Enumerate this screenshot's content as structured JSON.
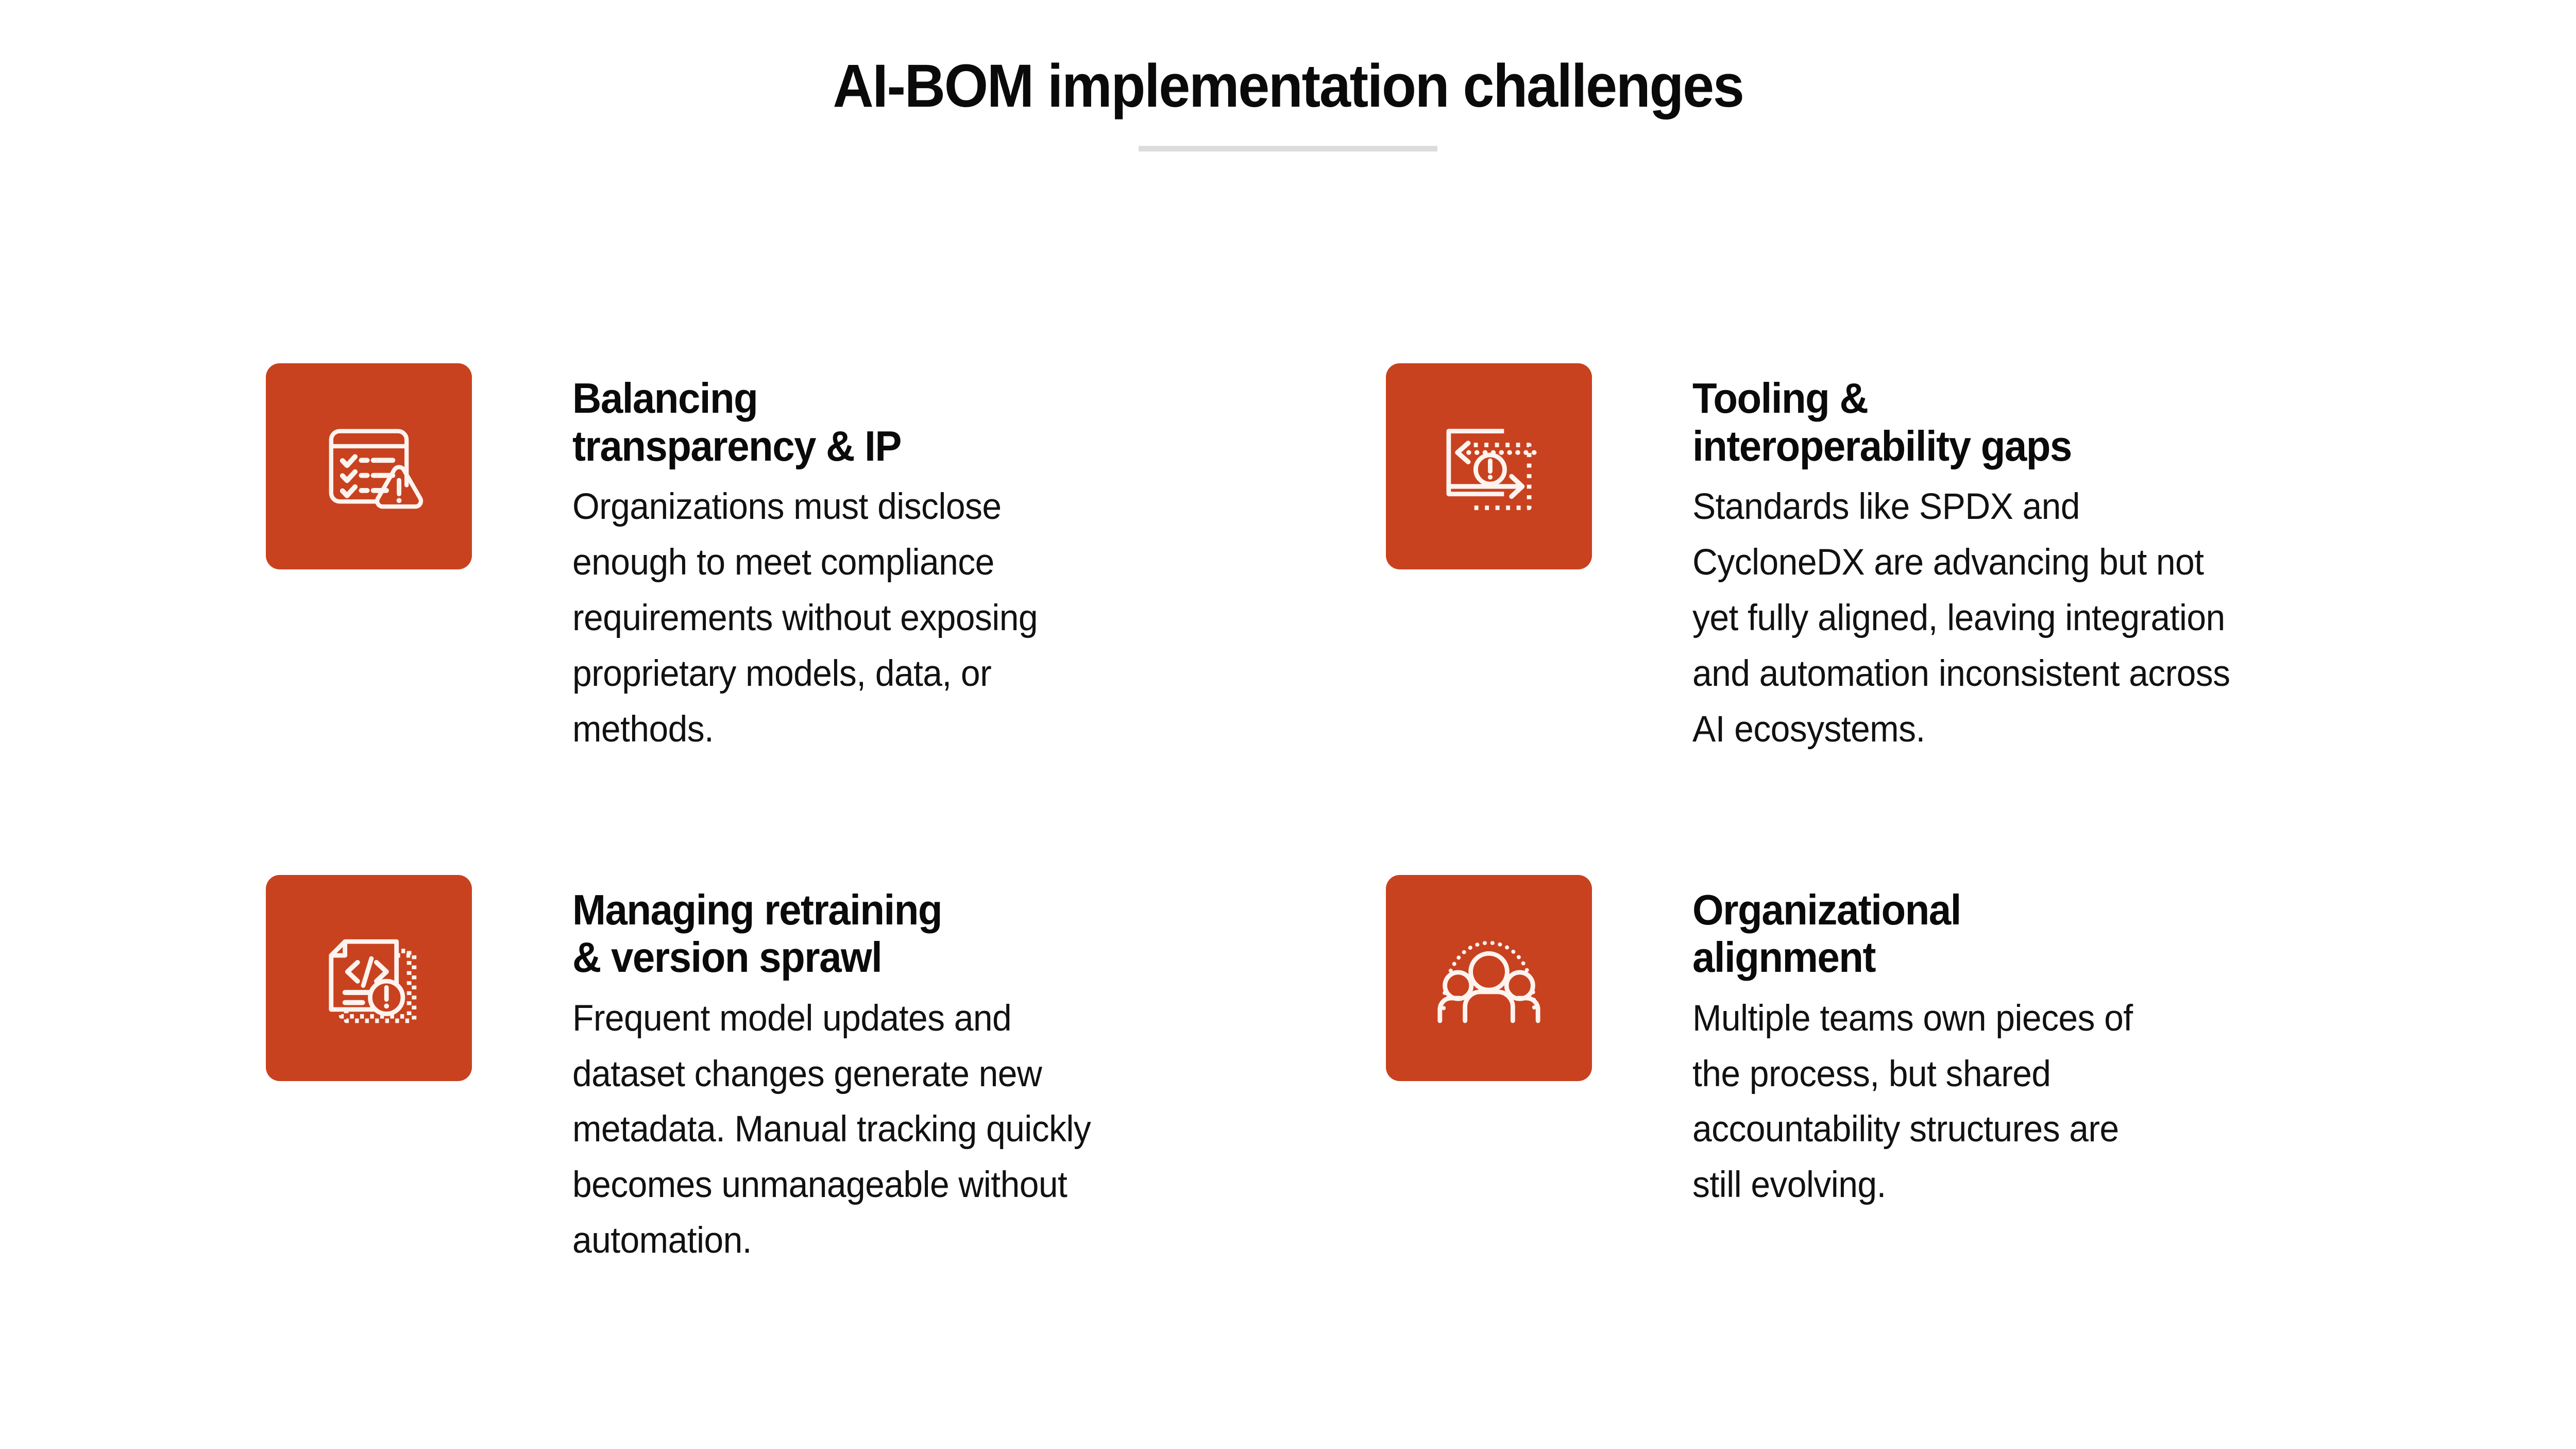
{
  "page": {
    "title": "AI-BOM implementation challenges",
    "background_color": "#ffffff",
    "accent_color": "#C8421F",
    "divider_color": "#dcdcdc",
    "text_color": "#0a0a0a"
  },
  "cards": [
    {
      "icon_name": "checklist-warning-icon",
      "heading": "Balancing\ntransparency & IP",
      "body": "Organizations must disclose\nenough to meet compliance\nrequirements without exposing\nproprietary models, data, or\nmethods."
    },
    {
      "icon_name": "data-exchange-warning-icon",
      "heading": "Tooling &\ninteroperability gaps",
      "body": "Standards like SPDX and\nCycloneDX are advancing but not\nyet fully aligned, leaving integration\nand automation inconsistent across\nAI ecosystems."
    },
    {
      "icon_name": "code-document-warning-icon",
      "heading": "Managing retraining\n& version sprawl",
      "body": "Frequent model updates and\ndataset changes generate new\nmetadata. Manual tracking quickly\nbecomes unmanageable without\nautomation."
    },
    {
      "icon_name": "people-group-icon",
      "heading": "Organizational\nalignment",
      "body": "Multiple teams own pieces of\nthe process, but shared\naccountability structures are\nstill evolving."
    }
  ]
}
